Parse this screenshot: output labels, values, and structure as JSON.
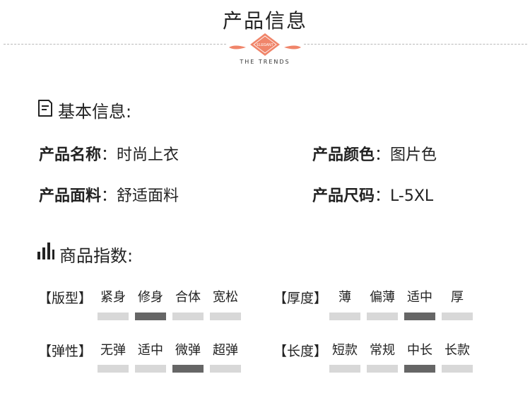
{
  "header": {
    "title": "产品信息",
    "badge_text": "ELEGANT",
    "subtitle": "THE TRENDS",
    "accent_color": "#f0856a"
  },
  "basic_info": {
    "title": "基本信息:",
    "icon": "document-icon",
    "rows": [
      {
        "label": "产品名称",
        "colon": "：",
        "value": "时尚上衣"
      },
      {
        "label": "产品颜色",
        "colon": "：",
        "value": "图片色"
      },
      {
        "label": "产品面料",
        "colon": "：",
        "value": "舒适面料"
      },
      {
        "label": "产品尺码",
        "colon": "：",
        "value": "L-5XL"
      }
    ]
  },
  "product_index": {
    "title": "商品指数:",
    "icon": "bar-chart-icon",
    "groups": [
      {
        "label": "【版型】",
        "options": [
          "紧身",
          "修身",
          "合体",
          "宽松"
        ],
        "selected_index": 1
      },
      {
        "label": "【厚度】",
        "options": [
          "薄",
          "偏薄",
          "适中",
          "厚"
        ],
        "selected_index": 2
      },
      {
        "label": "【弹性】",
        "options": [
          "无弹",
          "适中",
          "微弹",
          "超弹"
        ],
        "selected_index": 2
      },
      {
        "label": "【长度】",
        "options": [
          "短款",
          "常规",
          "中长",
          "长款"
        ],
        "selected_index": 2
      }
    ]
  }
}
